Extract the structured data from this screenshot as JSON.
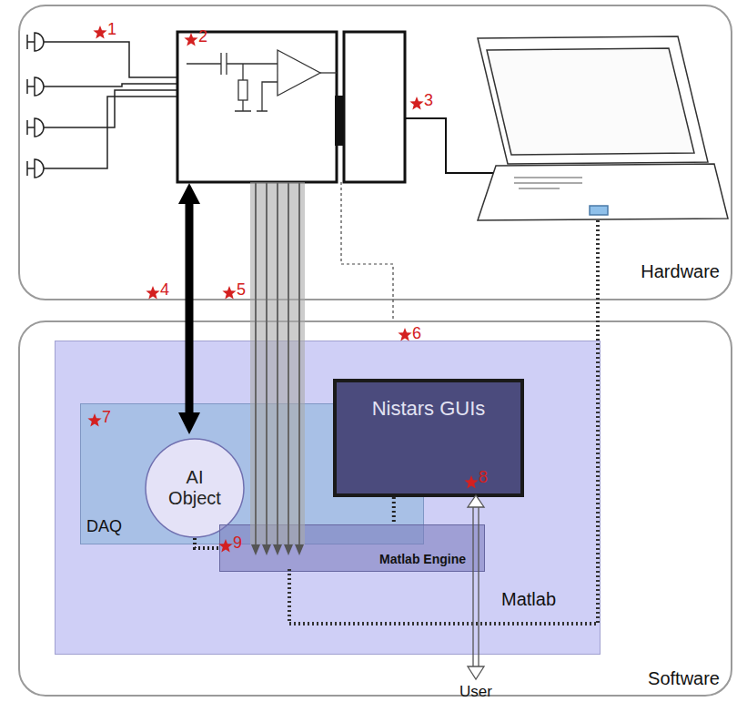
{
  "diagram": {
    "nodes": [
      {
        "text": [
          "Hardware"
        ]
      },
      {
        "text": [
          "Software"
        ]
      },
      {
        "text": [
          "Matlab"
        ],
        "in": 1
      },
      {
        "text": [
          "DAQ"
        ],
        "in": 2
      },
      {
        "text": [
          "AI Object"
        ],
        "in": 3
      },
      {
        "text": [
          "Nistars GUIs"
        ],
        "in": 2
      },
      {
        "text": [
          "Matlab Engine"
        ],
        "in": 2
      }
    ],
    "edges": [
      {
        "from": 4,
        "to": 6,
        "arrow": "none"
      },
      {
        "from": 5,
        "to": 6,
        "arrow": "none"
      }
    ],
    "labels": [
      "1",
      "2",
      "3",
      "4",
      "5",
      "6",
      "7",
      "8",
      "9",
      "User"
    ]
  }
}
